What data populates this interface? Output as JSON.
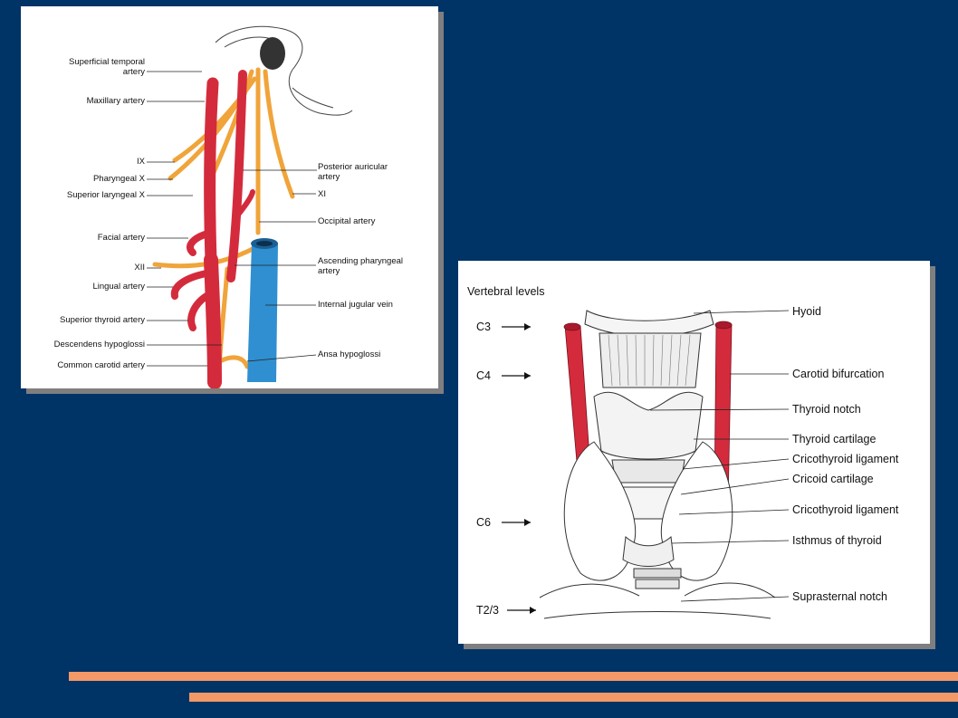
{
  "neck_diagram": {
    "left_labels": [
      "Superficial temporal",
      "artery",
      "Maxillary artery",
      "IX",
      "Pharyngeal X",
      "Superior laryngeal X",
      "Facial artery",
      "XII",
      "Lingual artery",
      "Superior thyroid artery",
      "Descendens hypoglossi",
      "Common carotid artery"
    ],
    "right_labels": [
      "Posterior auricular",
      "artery",
      "XI",
      "Occipital artery",
      "Ascending pharyngeal",
      "artery",
      "Internal jugular vein",
      "Ansa hypoglossi"
    ]
  },
  "larynx_diagram": {
    "heading": "Vertebral levels",
    "levels": [
      "C3",
      "C4",
      "C6",
      "T2/3"
    ],
    "labels": [
      "Hyoid",
      "Carotid bifurcation",
      "Thyroid notch",
      "Thyroid cartilage",
      "Cricothyroid ligament",
      "Cricoid cartilage",
      "Cricothyroid ligament",
      "Isthmus of thyroid",
      "Suprasternal notch"
    ]
  },
  "colors": {
    "background": "#003366",
    "artery": "#d42b3c",
    "nerve": "#f0a43a",
    "vein": "#2f8fd0",
    "accent_bar": "#f39867"
  }
}
